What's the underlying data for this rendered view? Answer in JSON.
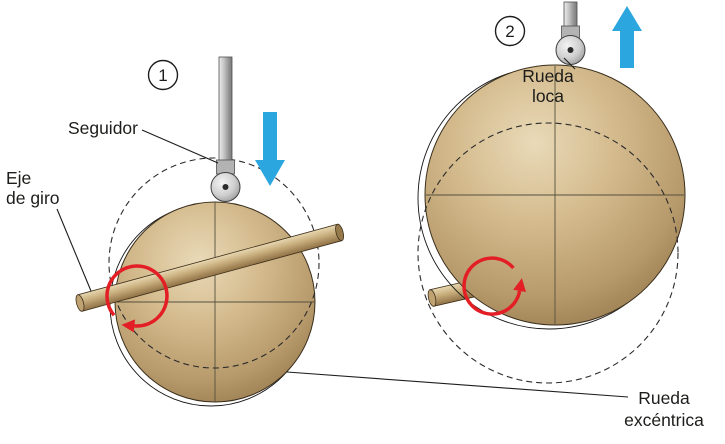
{
  "panel1": {
    "badge": "1",
    "labels": {
      "seguidor": "Seguidor",
      "eje_line1": "Eje",
      "eje_line2": "de giro"
    },
    "blue_arrow": "down",
    "red_arrow": "rotation"
  },
  "panel2": {
    "badge": "2",
    "labels": {
      "rueda_loca_line1": "Rueda",
      "rueda_loca_line2": "loca",
      "rueda_excentrica_line1": "Rueda",
      "rueda_excentrica_line2": "excéntrica"
    },
    "blue_arrow": "up",
    "red_arrow": "rotation"
  },
  "colors": {
    "wheel_light": "#e9dab8",
    "wheel_dark": "#8a6d42",
    "shaft_tan": "#c8ad7c",
    "follower_gray": "#c2c2c2",
    "arrow_blue": "#2ba6de",
    "arrow_red": "#e31e25",
    "line": "#1d1d1b",
    "background": "#ffffff"
  }
}
